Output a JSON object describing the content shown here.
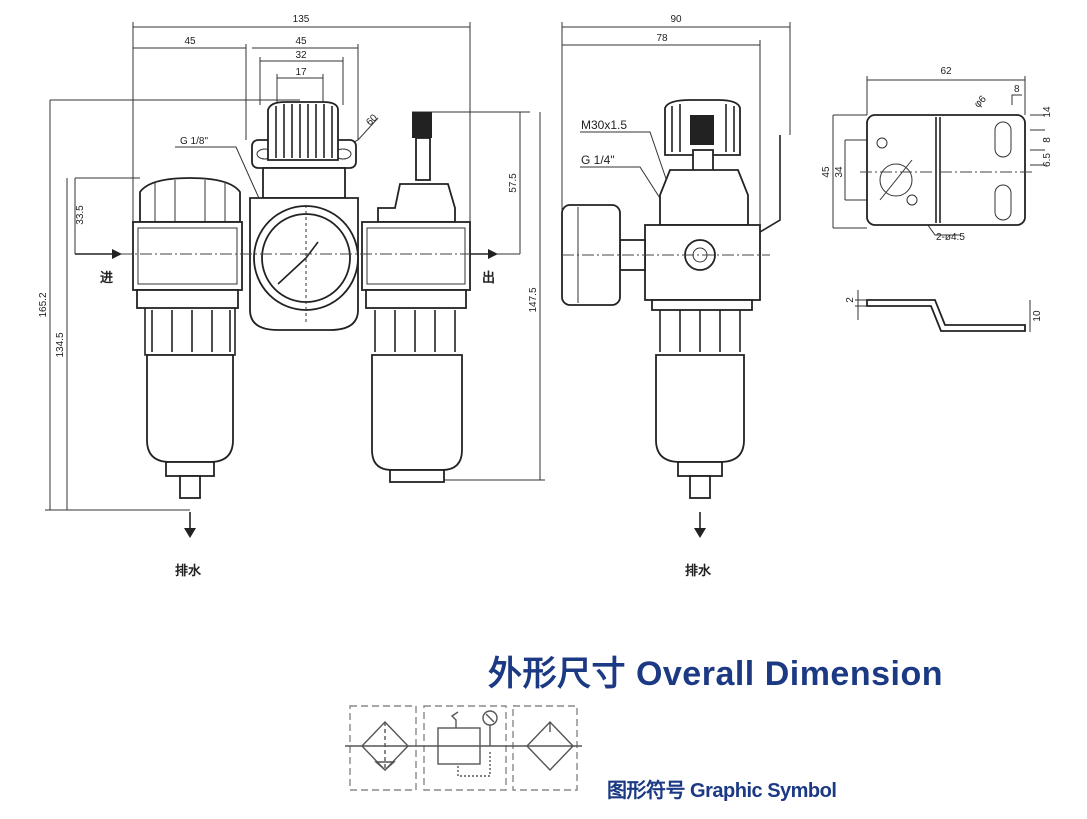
{
  "front_view": {
    "dims": {
      "overall_width": "135",
      "left_width": "45",
      "center_width": "45",
      "knob_width": "32",
      "knob_top": "17",
      "panel_hole": "60",
      "port_height": "33.5",
      "overall_height": "165.2",
      "height_to_drain": "134.5",
      "top_to_center": "57.5",
      "lubricator_height": "147.5"
    },
    "port_label": "G 1/8\"",
    "inlet": "进",
    "outlet": "出",
    "drain": "排水"
  },
  "side_view": {
    "dims": {
      "overall_depth": "90",
      "body_depth": "78"
    },
    "thread_label": "M30x1.5",
    "port_label": "G 1/4\"",
    "drain": "排水"
  },
  "bracket": {
    "dims": {
      "width": "62",
      "edge": "8",
      "hole_dia": "φ6",
      "height": "45",
      "hole_spacing": "34",
      "hole_spec": "2-ø4.5",
      "thickness": "2",
      "offset": "10",
      "slot_a": "14",
      "slot_b": "8",
      "slot_c": "6.5"
    }
  },
  "title": "外形尺寸 Overall Dimension",
  "symbol_caption": "图形符号 Graphic Symbol",
  "colors": {
    "title": "#1c3a84",
    "line": "#222222"
  }
}
